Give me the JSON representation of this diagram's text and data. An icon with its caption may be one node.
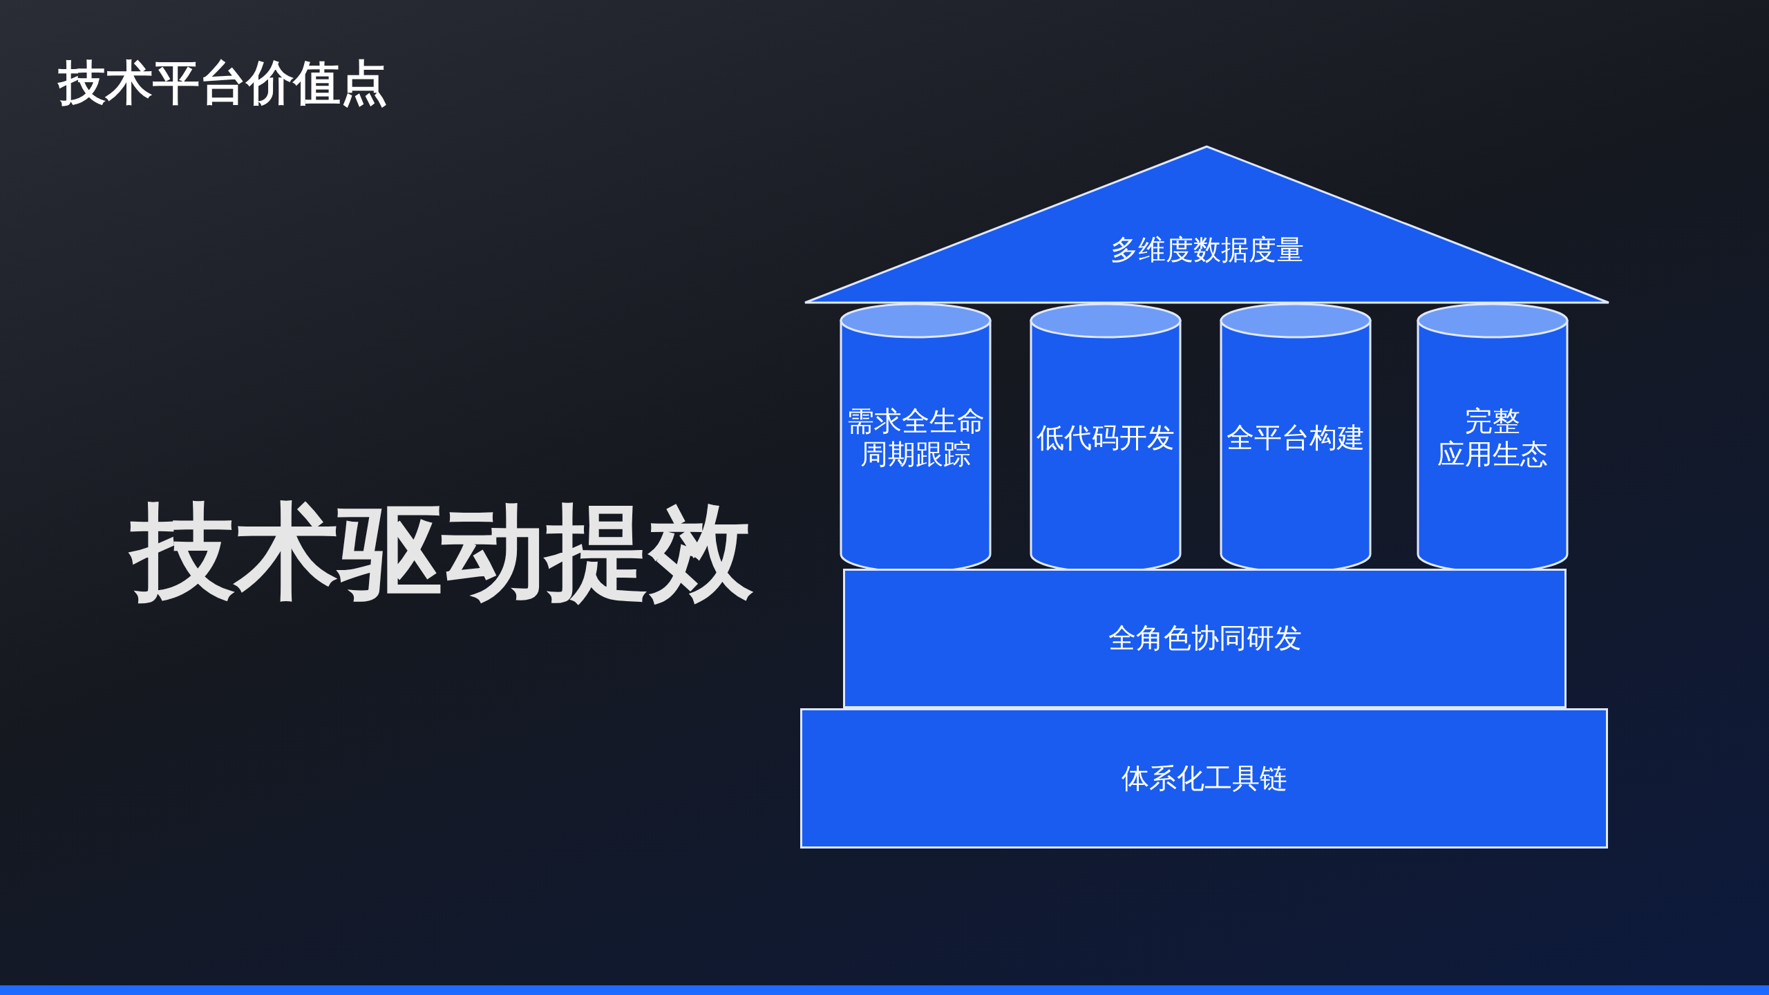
{
  "diagram": {
    "title": "技术平台价值点",
    "nodes": [
      {
        "text": [
          "多维度数据度量"
        ]
      },
      {
        "text": [
          "需求全生命周期跟踪"
        ]
      },
      {
        "text": [
          "低代码开发"
        ]
      },
      {
        "text": [
          "全平台构建"
        ]
      },
      {
        "text": [
          "完整应用生态"
        ]
      },
      {
        "text": [
          "全角色协同研发"
        ]
      },
      {
        "text": [
          "体系化工具链"
        ]
      }
    ],
    "labels": [
      "技术驱动提效"
    ]
  }
}
